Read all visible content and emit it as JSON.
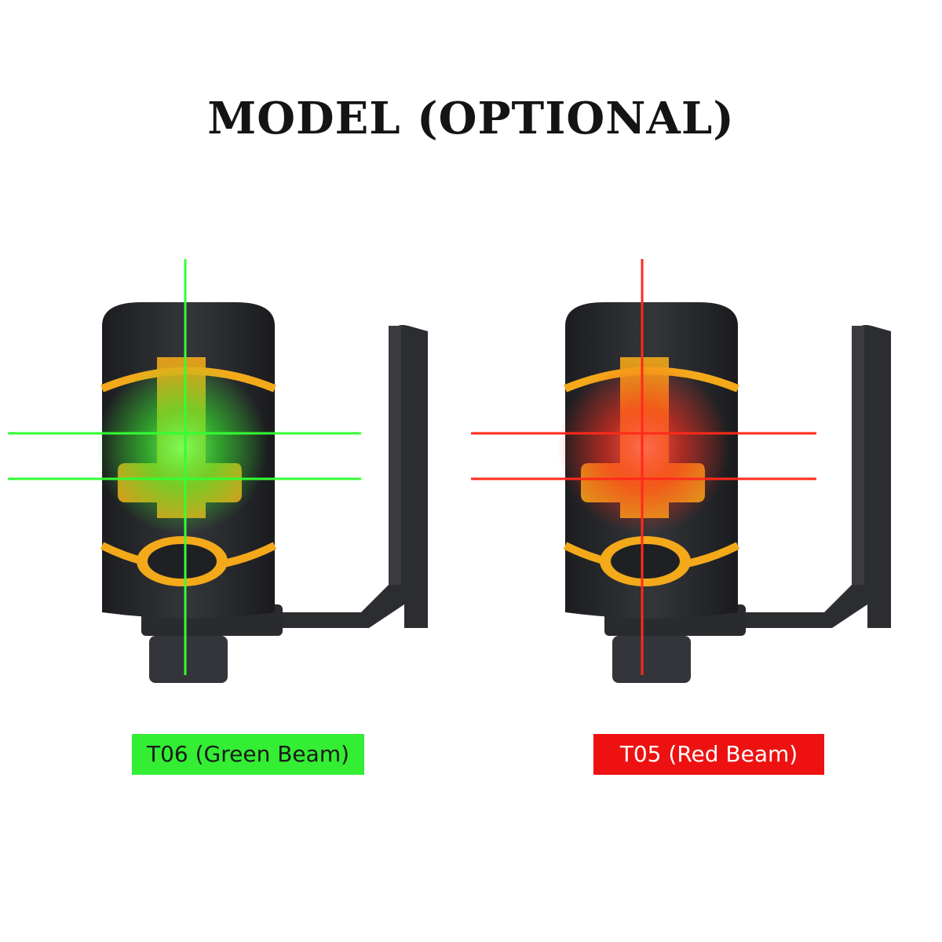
{
  "title": "MODEL (OPTIONAL)",
  "products": [
    {
      "label": "T06 (Green Beam)",
      "beam_color": "#33ff33",
      "label_bg": "#33ee33"
    },
    {
      "label": "T05 (Red Beam)",
      "beam_color": "#ff2a1a",
      "label_bg": "#ee1111"
    }
  ],
  "colors": {
    "body": "#2a2b2e",
    "accent": "#f3a91a",
    "bracket": "#2c2d30"
  }
}
